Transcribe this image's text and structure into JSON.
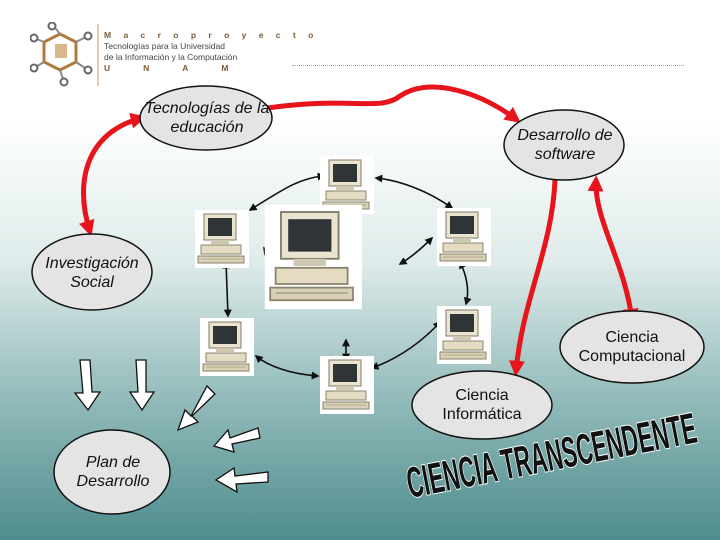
{
  "logo": {
    "line1": "M a c r o p r o y e c t o",
    "line2": "Tecnologías para la Universidad",
    "line3": "de la Información y la Computación",
    "line4": "UNAM"
  },
  "nodes": {
    "tecnologias": "Tecnologías de la educación",
    "software": "Desarrollo de software",
    "investigacion": "Investigación Social",
    "computacional": "Ciencia Computacional",
    "informatica": "Ciencia Informática",
    "plan": "Plan de Desarrollo"
  },
  "banner": "CIENCIA TRANSCENDENTE",
  "colors": {
    "ellipse_fill": "#e4e4e4",
    "red_arrow": "#e8141c",
    "black_arrow": "#111111",
    "banner_text": "#111111"
  }
}
